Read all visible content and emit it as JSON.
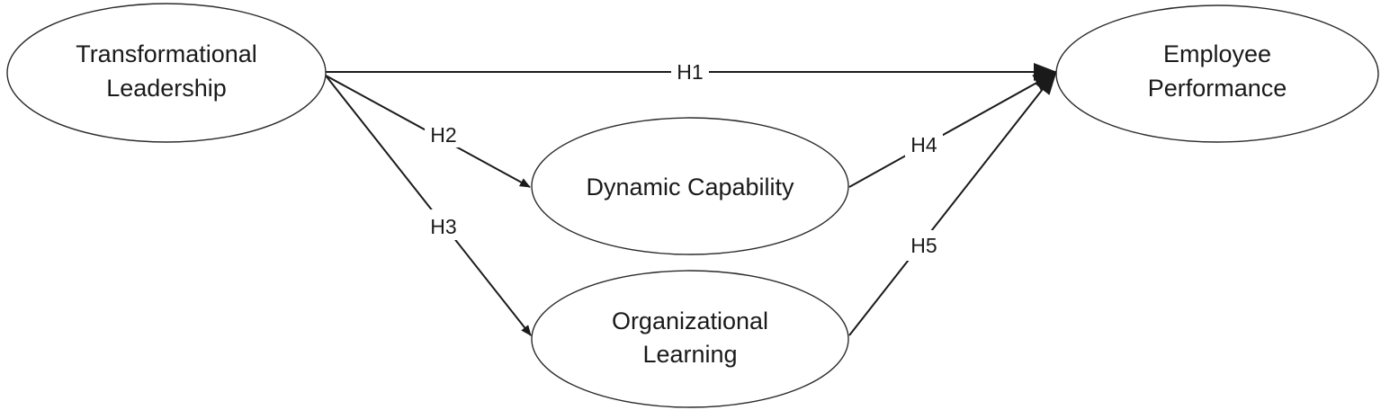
{
  "nodes": {
    "transformational_leadership": {
      "line1": "Transformational",
      "line2": "Leadership"
    },
    "employee_performance": {
      "line1": "Employee",
      "line2": "Performance"
    },
    "dynamic_capability": {
      "line1": "Dynamic Capability"
    },
    "organizational_learning": {
      "line1": "Organizational",
      "line2": "Learning"
    }
  },
  "edges": {
    "h1": {
      "label": "H1",
      "from": "Transformational Leadership",
      "to": "Employee Performance"
    },
    "h2": {
      "label": "H2",
      "from": "Transformational Leadership",
      "to": "Dynamic Capability"
    },
    "h3": {
      "label": "H3",
      "from": "Transformational Leadership",
      "to": "Organizational Learning"
    },
    "h4": {
      "label": "H4",
      "from": "Dynamic Capability",
      "to": "Employee Performance"
    },
    "h5": {
      "label": "H5",
      "from": "Organizational Learning",
      "to": "Employee Performance"
    }
  },
  "colors": {
    "stroke": "#1a1a1a",
    "background": "#ffffff"
  }
}
